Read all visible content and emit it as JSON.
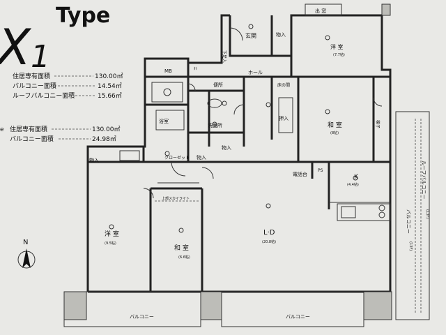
{
  "header": {
    "code_letter": "X",
    "code_number": "1",
    "type_word": "Type"
  },
  "areas_block_1": [
    {
      "label": "住居専有面積",
      "value": "130.00㎡"
    },
    {
      "label": "バルコニー面積",
      "value": "14.54㎡"
    },
    {
      "label": "ルーフバルコニー面積",
      "value": "15.66㎡"
    }
  ],
  "areas_block_2": [
    {
      "label": "住居専有面積",
      "value": "130.00㎡"
    },
    {
      "label": "バルコニー面積",
      "value": "24.98㎡"
    }
  ],
  "edge_letter": "e",
  "compass": {
    "letter": "N"
  },
  "rooms": {
    "entrance": "玄関",
    "storage_top": "物入",
    "western_top": "洋 室",
    "western_top_size": "(7.7帖)",
    "exit_top": "出 窓",
    "mb": "MB",
    "hall": "ホール",
    "toilet": "便所",
    "tokonoma": "床の間",
    "closet_push": "押入",
    "japanese": "和 室",
    "japanese_size": "(8帖)",
    "bath": "浴室",
    "washroom": "洗面所",
    "storage_mid": "物入",
    "closet_mid": "クローゼット",
    "storage_left": "物入",
    "storage_small": "物入",
    "counter": "電話台",
    "ps": "PS",
    "kitchen": "K",
    "kitchen_size": "(4.4帖)",
    "western_left": "洋 室",
    "western_left_size": "(9.5帖)",
    "japanese2": "和 室",
    "japanese2_size": "(6.6帖)",
    "skylight": "上部スカイライト",
    "ld": "L·D",
    "ld_size": "(20.8帖)",
    "roof_balcony_1": "ルーフバルコニー",
    "roof_balcony_2": "(13F)",
    "balcony_right": "バルコニー",
    "balcony_right_floor": "(13F)",
    "balcony_bottom_left": "バルコニー",
    "balcony_bottom_right": "バルコニー",
    "shoe": "下足入",
    "hatch": "ﾀﾅ",
    "ladder": "梯子"
  }
}
